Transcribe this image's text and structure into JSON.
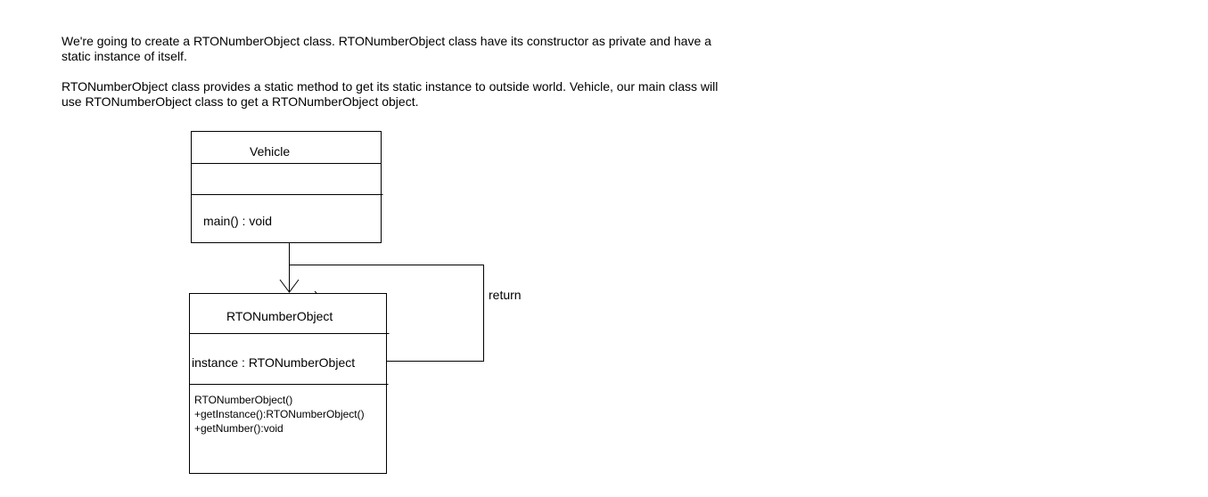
{
  "intro": {
    "line1": "We're going to create a RTONumberObject class. RTONumberObject class have its constructor as private and have a",
    "line2": "static instance of itself.",
    "line3": "RTONumberObject class provides a static method to get its static instance to outside world. Vehicle, our main class will",
    "line4": "use RTONumberObject  class to get a RTONumberObject object."
  },
  "vehicle": {
    "name": "Vehicle",
    "methods": [
      "main() : void"
    ]
  },
  "rto": {
    "name": "RTONumberObject",
    "attributes": [
      "instance : RTONumberObject"
    ],
    "methods": [
      "RTONumberObject()",
      "+getInstance():RTONumberObject()",
      "+getNumber():void"
    ]
  },
  "connector": {
    "return_label": "return"
  }
}
